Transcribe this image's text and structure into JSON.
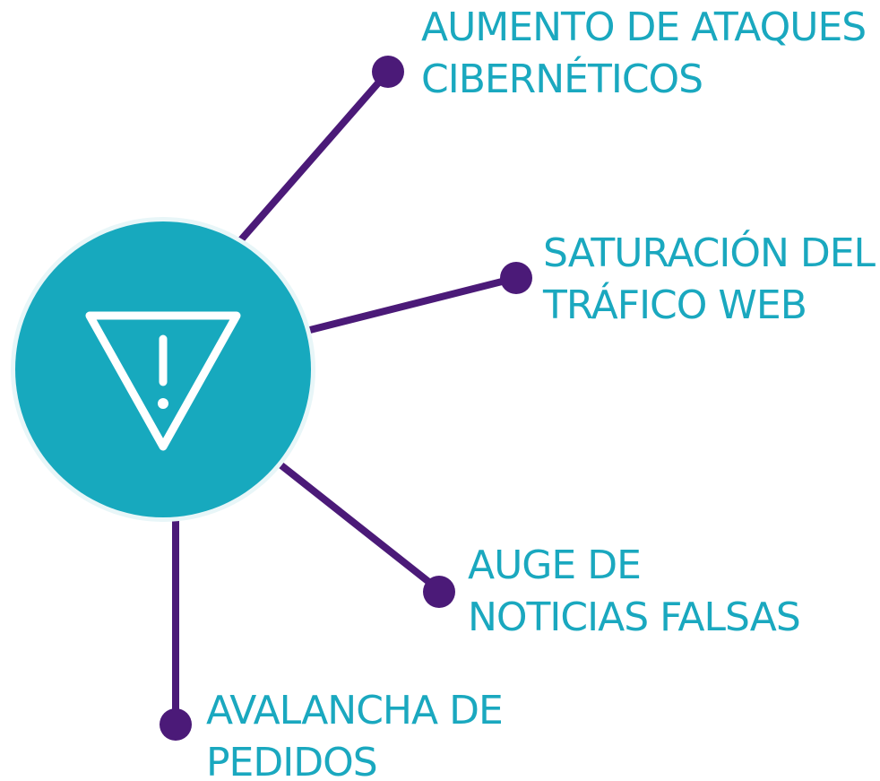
{
  "colors": {
    "accent": "#17a9be",
    "connector": "#4b1a78",
    "text": "#1aa8bf",
    "icon_stroke": "#ffffff"
  },
  "center": {
    "icon": "warning-triangle-icon"
  },
  "branches": [
    {
      "line1": "AUMENTO DE ATAQUES",
      "line2": "CIBERNÉTICOS"
    },
    {
      "line1": "SATURACIÓN DEL",
      "line2": "TRÁFICO WEB"
    },
    {
      "line1": "AUGE DE",
      "line2": "NOTICIAS FALSAS"
    },
    {
      "line1": "AVALANCHA DE",
      "line2": "PEDIDOS"
    }
  ]
}
